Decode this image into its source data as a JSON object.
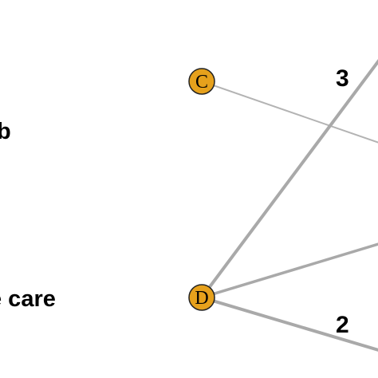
{
  "labels": {
    "top": "b",
    "bottom": "e care"
  },
  "nodes": [
    {
      "id": "C",
      "label": "C",
      "color": "#e6a11c"
    },
    {
      "id": "D",
      "label": "D",
      "color": "#e6a11c"
    }
  ],
  "edge_numbers": [
    "3",
    "2"
  ],
  "colors": {
    "edge": "#a9a9a9",
    "node_fill": "#e6a11c",
    "node_stroke": "#222222",
    "text": "#000000"
  }
}
